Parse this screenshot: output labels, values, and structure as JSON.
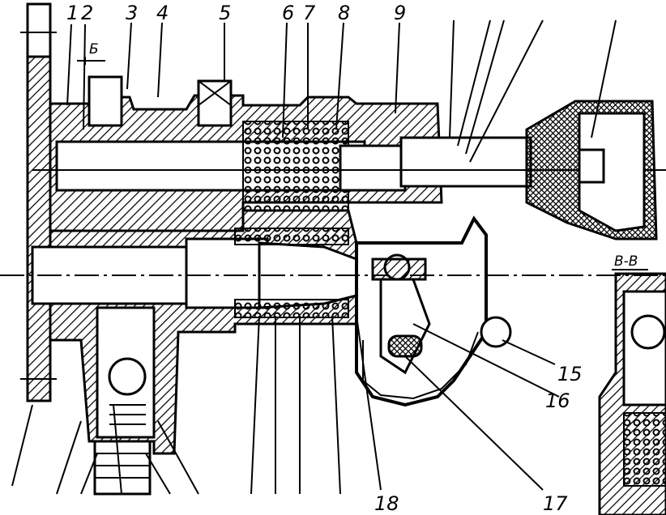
{
  "callouts": {
    "n1": "1",
    "n2": "2",
    "n3": "3",
    "n4": "4",
    "n5": "5",
    "n6": "6",
    "n7": "7",
    "n8": "8",
    "n9": "9",
    "n15": "15",
    "n16": "16",
    "n17": "17",
    "n18": "18"
  },
  "dimension_label": "Б",
  "section_label": "В-В"
}
